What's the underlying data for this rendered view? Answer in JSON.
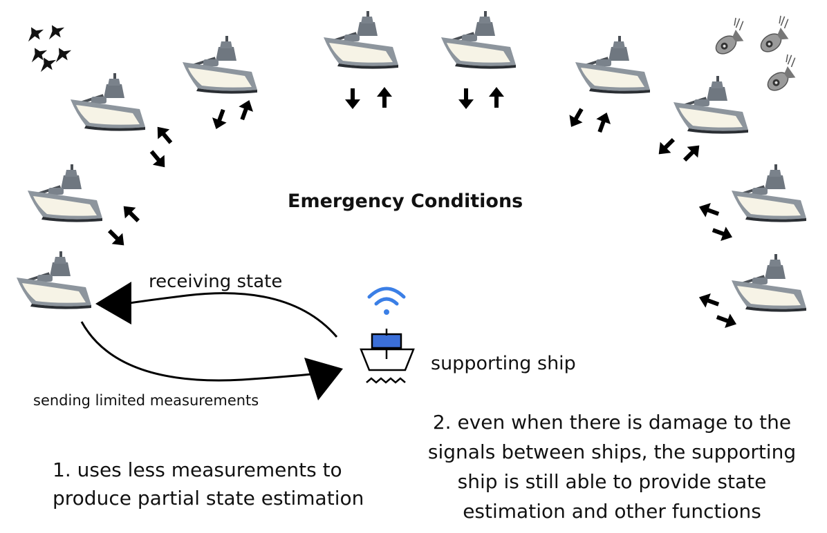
{
  "title": "Emergency Conditions",
  "labels": {
    "receiving": "receiving state",
    "sending": "sending limited measurements",
    "supporting": "supporting ship"
  },
  "notes": {
    "note1_line1": "1. uses less measurements to",
    "note1_line2": "produce partial state estimation",
    "note2_line1": "2. even when there is damage to the",
    "note2_line2": "signals between ships, the supporting",
    "note2_line3": "ship is still able to provide state",
    "note2_line4": "estimation and other functions"
  },
  "colors": {
    "hull": "#8d959d",
    "hull_dark": "#2a2e33",
    "superstructure": "#6f7780",
    "bow_light": "#f6f3e6",
    "wifi": "#3b7fe6",
    "support_top": "#3b6fd8",
    "arrow": "#000000",
    "bomb": "#9a9a9a"
  },
  "icons": [
    "warship-icon",
    "fighter-jets-icon",
    "bomb-icon",
    "wifi-icon",
    "support-ship-icon",
    "signal-arrows-icon"
  ]
}
